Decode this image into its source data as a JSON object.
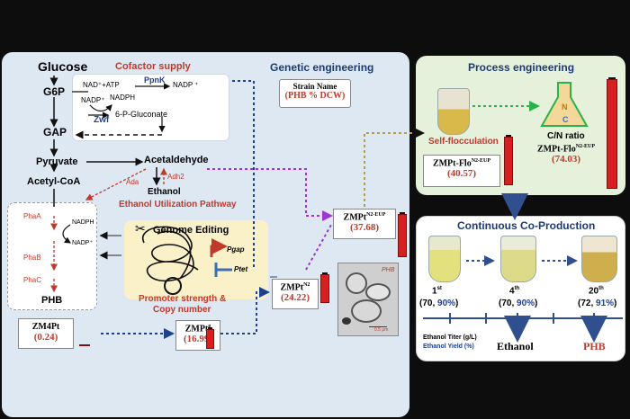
{
  "left_panel": {
    "cofactor_title": "Cofactor supply",
    "genetic_title": "Genetic engineering",
    "pathway": {
      "glucose": "Glucose",
      "g6p": "G6P",
      "gap": "GAP",
      "pyruvate": "Pyruvate",
      "acetyl_coa": "Acetyl-CoA",
      "acetaldehyde": "Acetaldehyde",
      "ethanol": "Ethanol",
      "ethanol_pathway": "Ethanol Utilization Pathway",
      "ada": "Ada",
      "adh2": "Adh2",
      "nad_atp": "NAD⁺+ATP",
      "ppnk": "PpnK",
      "nadp_plus": "NADP ⁺",
      "nadp_plus2": "NADP⁺",
      "nadph": "NADPH",
      "zwf": "Zwf",
      "gluconate": "6-P-Gluconate",
      "phaA": "PhaA",
      "phaB": "PhaB",
      "phaC": "PhaC",
      "phb": "PHB",
      "nadph2": "NADPH",
      "nadp3": "NADP⁺"
    },
    "genome_editing": "Genome Editing",
    "pgap": "Pgap",
    "ptet": "Ptet",
    "promoter": "Promoter strength &",
    "copy": "Copy number",
    "strain_legend": {
      "title": "Strain Name",
      "sub": "(PHB % DCW)"
    },
    "zm4pt": {
      "name": "ZM4Pt",
      "value": "(0.24)"
    },
    "zmpt_g": {
      "name": "ZMPt",
      "sup": "g",
      "value": "(16.99)"
    },
    "zmpt_n2": {
      "name": "ZMPt",
      "sup": "N2",
      "value": "(24.22)"
    },
    "zmpt_n2eup": {
      "name": "ZMPt",
      "sup": "N2-EUP",
      "value": "(37.68)"
    },
    "micro_label": "PHB",
    "scale_label": "0.5 μm"
  },
  "process_panel": {
    "title": "Process engineering",
    "self_floc": "Self-flocculation",
    "cn_ratio": "C/N ratio",
    "n_label": "N",
    "c_label": "C",
    "flo": {
      "name": "ZMPt-Flo",
      "sup": "N2-EUP",
      "value": "(40.57)"
    },
    "flo2": {
      "name": "ZMPt-Flo",
      "sup": "N2-EUP",
      "value": "(74.03)"
    }
  },
  "continuous_panel": {
    "title": "Continuous Co-Production",
    "batches": [
      {
        "n": "1",
        "sup": "st",
        "a": "(70, ",
        "b": "90%",
        "c": ")"
      },
      {
        "n": "4",
        "sup": "th",
        "a": "(70, ",
        "b": "90%",
        "c": ")"
      },
      {
        "n": "20",
        "sup": "th",
        "a": "(72, ",
        "b": "91%",
        "c": ")"
      }
    ],
    "titer_label": "Ethanol Titer (g/L)",
    "yield_label": "Ethanol Yield (%)",
    "ethanol": "Ethanol",
    "phb": "PHB"
  },
  "colors": {
    "left_bg": "#dde8f3",
    "process_bg": "#e6f1dc",
    "red": "#c0392b",
    "bar": "#d62020",
    "arrow_blue": "#1f3f8f",
    "arrow_purple": "#9b36d6",
    "arrow_gold": "#c79a2a",
    "arrow_green": "#2ab24a"
  }
}
